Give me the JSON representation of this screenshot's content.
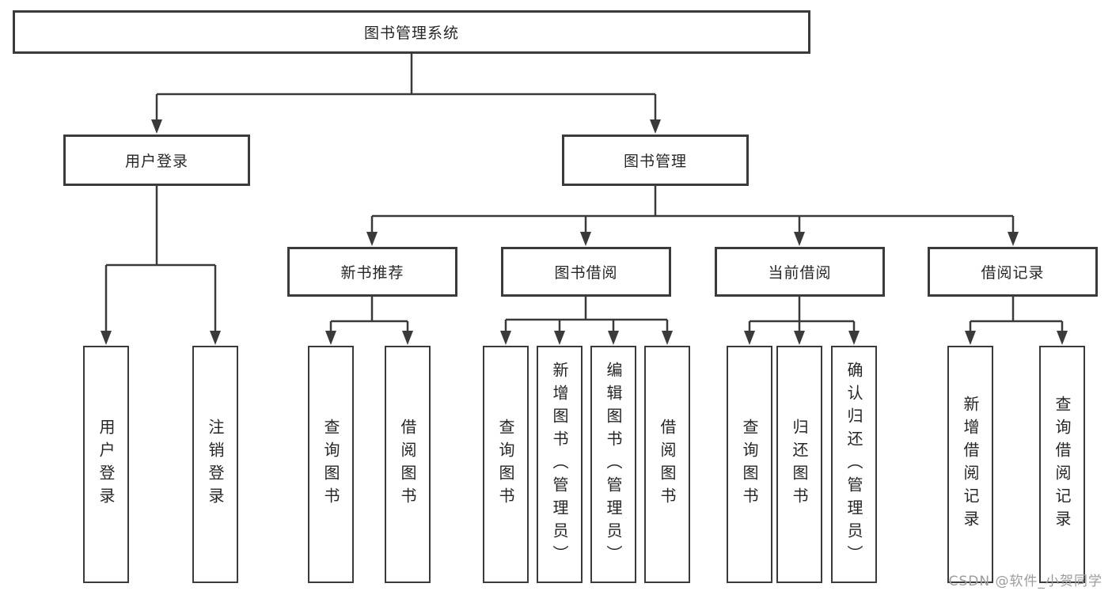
{
  "tree": {
    "root": "图书管理系统",
    "branches": [
      {
        "label": "用户登录",
        "children": [
          "用户登录",
          "注销登录"
        ]
      },
      {
        "label": "图书管理",
        "groups": [
          {
            "label": "新书推荐",
            "children": [
              "查询图书",
              "借阅图书"
            ]
          },
          {
            "label": "图书借阅",
            "children": [
              "查询图书",
              "新增图书（管理员）",
              "编辑图书（管理员）",
              "借阅图书"
            ]
          },
          {
            "label": "当前借阅",
            "children": [
              "查询图书",
              "归还图书",
              "确认归还（管理员）"
            ]
          },
          {
            "label": "借阅记录",
            "children": [
              "新增借阅记录",
              "查询借阅记录"
            ]
          }
        ]
      }
    ]
  },
  "watermark": "CSDN @软件_小贺同学",
  "colors": {
    "line": "#3a3a3a",
    "box_border": "#3b3b3b",
    "text": "#262626",
    "watermark_text": "#9c9c9c",
    "background": "#ffffff"
  }
}
